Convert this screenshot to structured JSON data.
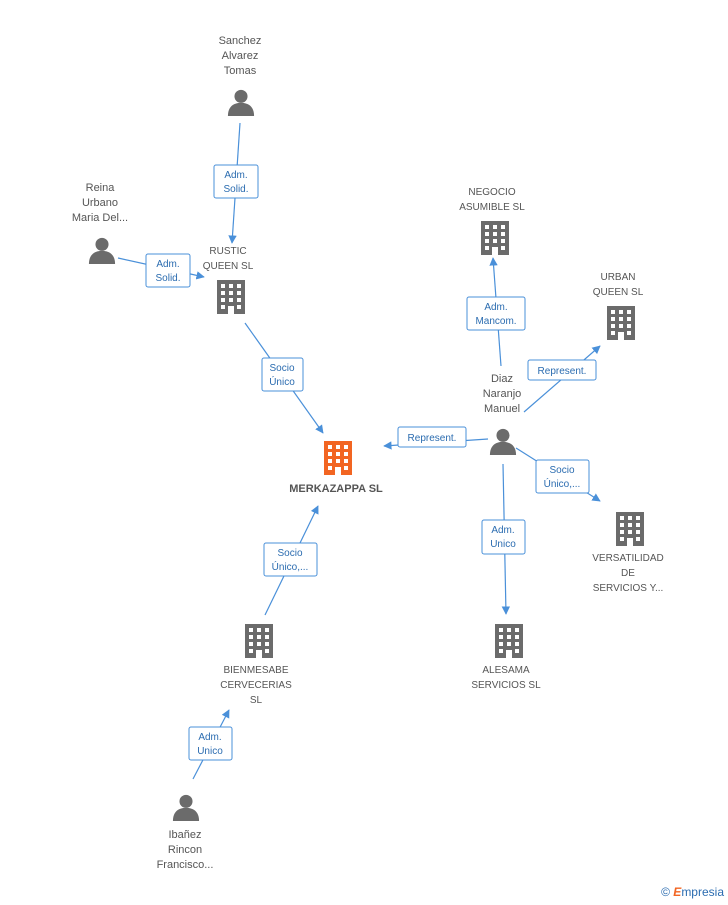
{
  "colors": {
    "person": "#6b6b6b",
    "company": "#6b6b6b",
    "main": "#f26522",
    "edge": "#4a90d9"
  },
  "nodes": {
    "main": {
      "label": "MERKAZAPPA SL",
      "icon": "building-icon"
    },
    "sanchez": {
      "lines": [
        "Sanchez",
        "Alvarez",
        "Tomas"
      ],
      "icon": "person-icon"
    },
    "reina": {
      "lines": [
        "Reina",
        "Urbano",
        "Maria Del..."
      ],
      "icon": "person-icon"
    },
    "rustic": {
      "lines": [
        "RUSTIC",
        "QUEEN SL"
      ],
      "icon": "building-icon"
    },
    "negocio": {
      "lines": [
        "NEGOCIO",
        "ASUMIBLE SL"
      ],
      "icon": "building-icon"
    },
    "urban": {
      "lines": [
        "URBAN",
        "QUEEN SL"
      ],
      "icon": "building-icon"
    },
    "diaz": {
      "lines": [
        "Diaz",
        "Naranjo",
        "Manuel"
      ],
      "icon": "person-icon"
    },
    "versatilidad": {
      "lines": [
        "VERSATILIDAD",
        "DE",
        "SERVICIOS Y..."
      ],
      "icon": "building-icon"
    },
    "alesama": {
      "lines": [
        "ALESAMA",
        "SERVICIOS SL"
      ],
      "icon": "building-icon"
    },
    "bienmesabe": {
      "lines": [
        "BIENMESABE",
        "CERVECERIAS",
        "SL"
      ],
      "icon": "building-icon"
    },
    "ibanez": {
      "lines": [
        "Ibañez",
        "Rincon",
        "Francisco..."
      ],
      "icon": "person-icon"
    }
  },
  "edges": {
    "sanchez_rustic": [
      "Adm.",
      "Solid."
    ],
    "reina_rustic": [
      "Adm.",
      "Solid."
    ],
    "rustic_main": [
      "Socio",
      "Único"
    ],
    "diaz_negocio": [
      "Adm.",
      "Mancom."
    ],
    "diaz_urban": [
      "Represent."
    ],
    "diaz_main": [
      "Represent."
    ],
    "diaz_versatilidad": [
      "Socio",
      "Único,..."
    ],
    "diaz_alesama": [
      "Adm.",
      "Unico"
    ],
    "bienmesabe_main": [
      "Socio",
      "Único,..."
    ],
    "ibanez_bienmesabe": [
      "Adm.",
      "Unico"
    ]
  },
  "footer": {
    "copyright": "©",
    "brand_first": "E",
    "brand_rest": "mpresia"
  }
}
